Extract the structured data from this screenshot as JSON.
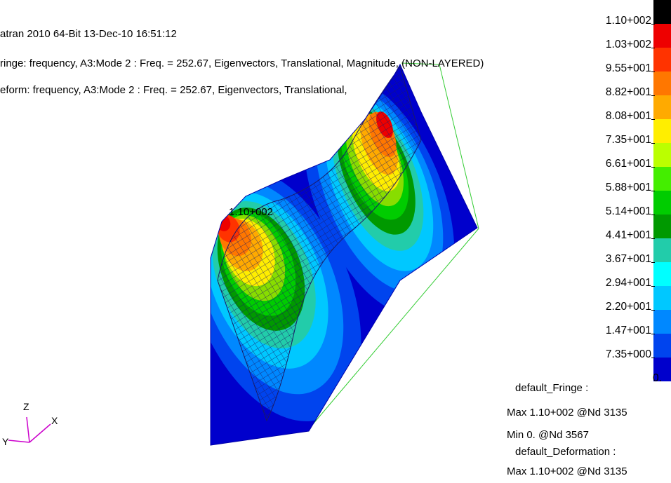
{
  "header": {
    "line1": "atran 2010 64-Bit 13-Dec-10 16:51:12",
    "line2": "ringe: frequency, A3:Mode 2 : Freq. = 252.67, Eigenvectors, Translational, Magnitude, (NON-LAYERED)",
    "line3": "eform: frequency, A3:Mode 2 : Freq. = 252.67, Eigenvectors, Translational,"
  },
  "legend": {
    "colors": [
      "#000000",
      "#ee0000",
      "#ff3300",
      "#ff7700",
      "#ffaa00",
      "#ffee00",
      "#bbff00",
      "#44ee00",
      "#00cc00",
      "#009900",
      "#22ccaa",
      "#00ffff",
      "#00c8ff",
      "#0088ff",
      "#0044ee",
      "#0000cc"
    ],
    "labels": [
      "1.10+002",
      "1.03+002",
      "9.55+001",
      "8.82+001",
      "8.08+001",
      "7.35+001",
      "6.61+001",
      "5.88+001",
      "5.14+001",
      "4.41+001",
      "3.67+001",
      "2.94+001",
      "2.20+001",
      "1.47+001",
      "7.35+000",
      "0."
    ]
  },
  "plot": {
    "max_marker": "1.10+002"
  },
  "summary": {
    "fringe_title": "default_Fringe :",
    "fringe_max": "Max 1.10+002 @Nd 3135",
    "fringe_min": "Min  0. @Nd 3567",
    "deform_title": "default_Deformation :",
    "deform_max": "Max 1.10+002 @Nd 3135"
  },
  "triad": {
    "x": "X",
    "y": "Y",
    "z": "Z"
  }
}
